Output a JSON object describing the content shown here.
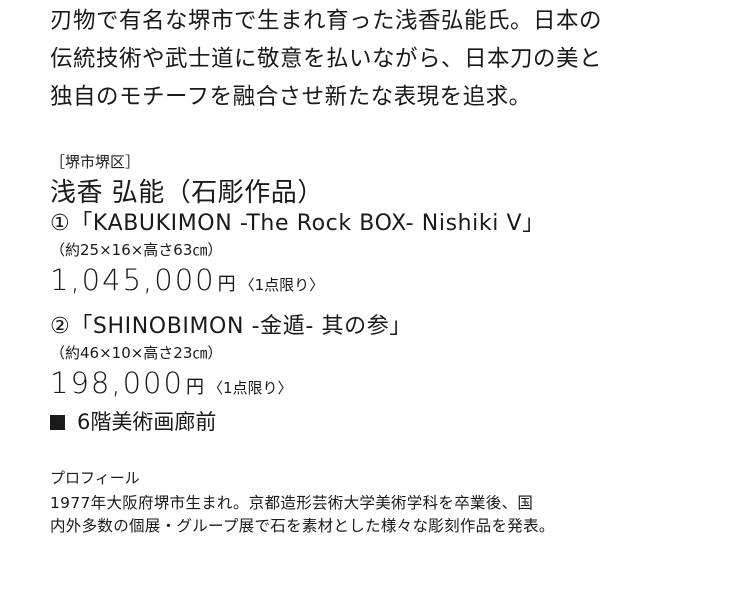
{
  "intro": {
    "lines": [
      "刃物で有名な堺市で生まれ育った浅香弘能氏。日本の",
      "伝統技術や武士道に敬意を払いながら、日本刀の美と",
      "独自のモチーフを融合させ新たな表現を追求。"
    ]
  },
  "district": "［堺市堺区］",
  "artist": "浅香 弘能（石彫作品）",
  "works": [
    {
      "title": "①「KABUKIMON -The Rock BOX- Nishiki V」",
      "dims": "（約25×16×高さ63㎝）",
      "price": "1,045,000",
      "unit": "円",
      "note": "〈1点限り〉"
    },
    {
      "title": "②「SHINOBIMON -金遁- 其の参」",
      "dims": "（約46×10×高さ23㎝）",
      "price": "198,000",
      "unit": "円",
      "note": "〈1点限り〉"
    }
  ],
  "location": {
    "icon": "black-square-icon",
    "label": "6階美術画廊前"
  },
  "profile": {
    "heading": "プロフィール",
    "lines": [
      "1977年大阪府堺市生まれ。京都造形芸術大学美術学科を卒業後、国",
      "内外多数の個展・グループ展で石を素材とした様々な彫刻作品を発表。"
    ]
  }
}
